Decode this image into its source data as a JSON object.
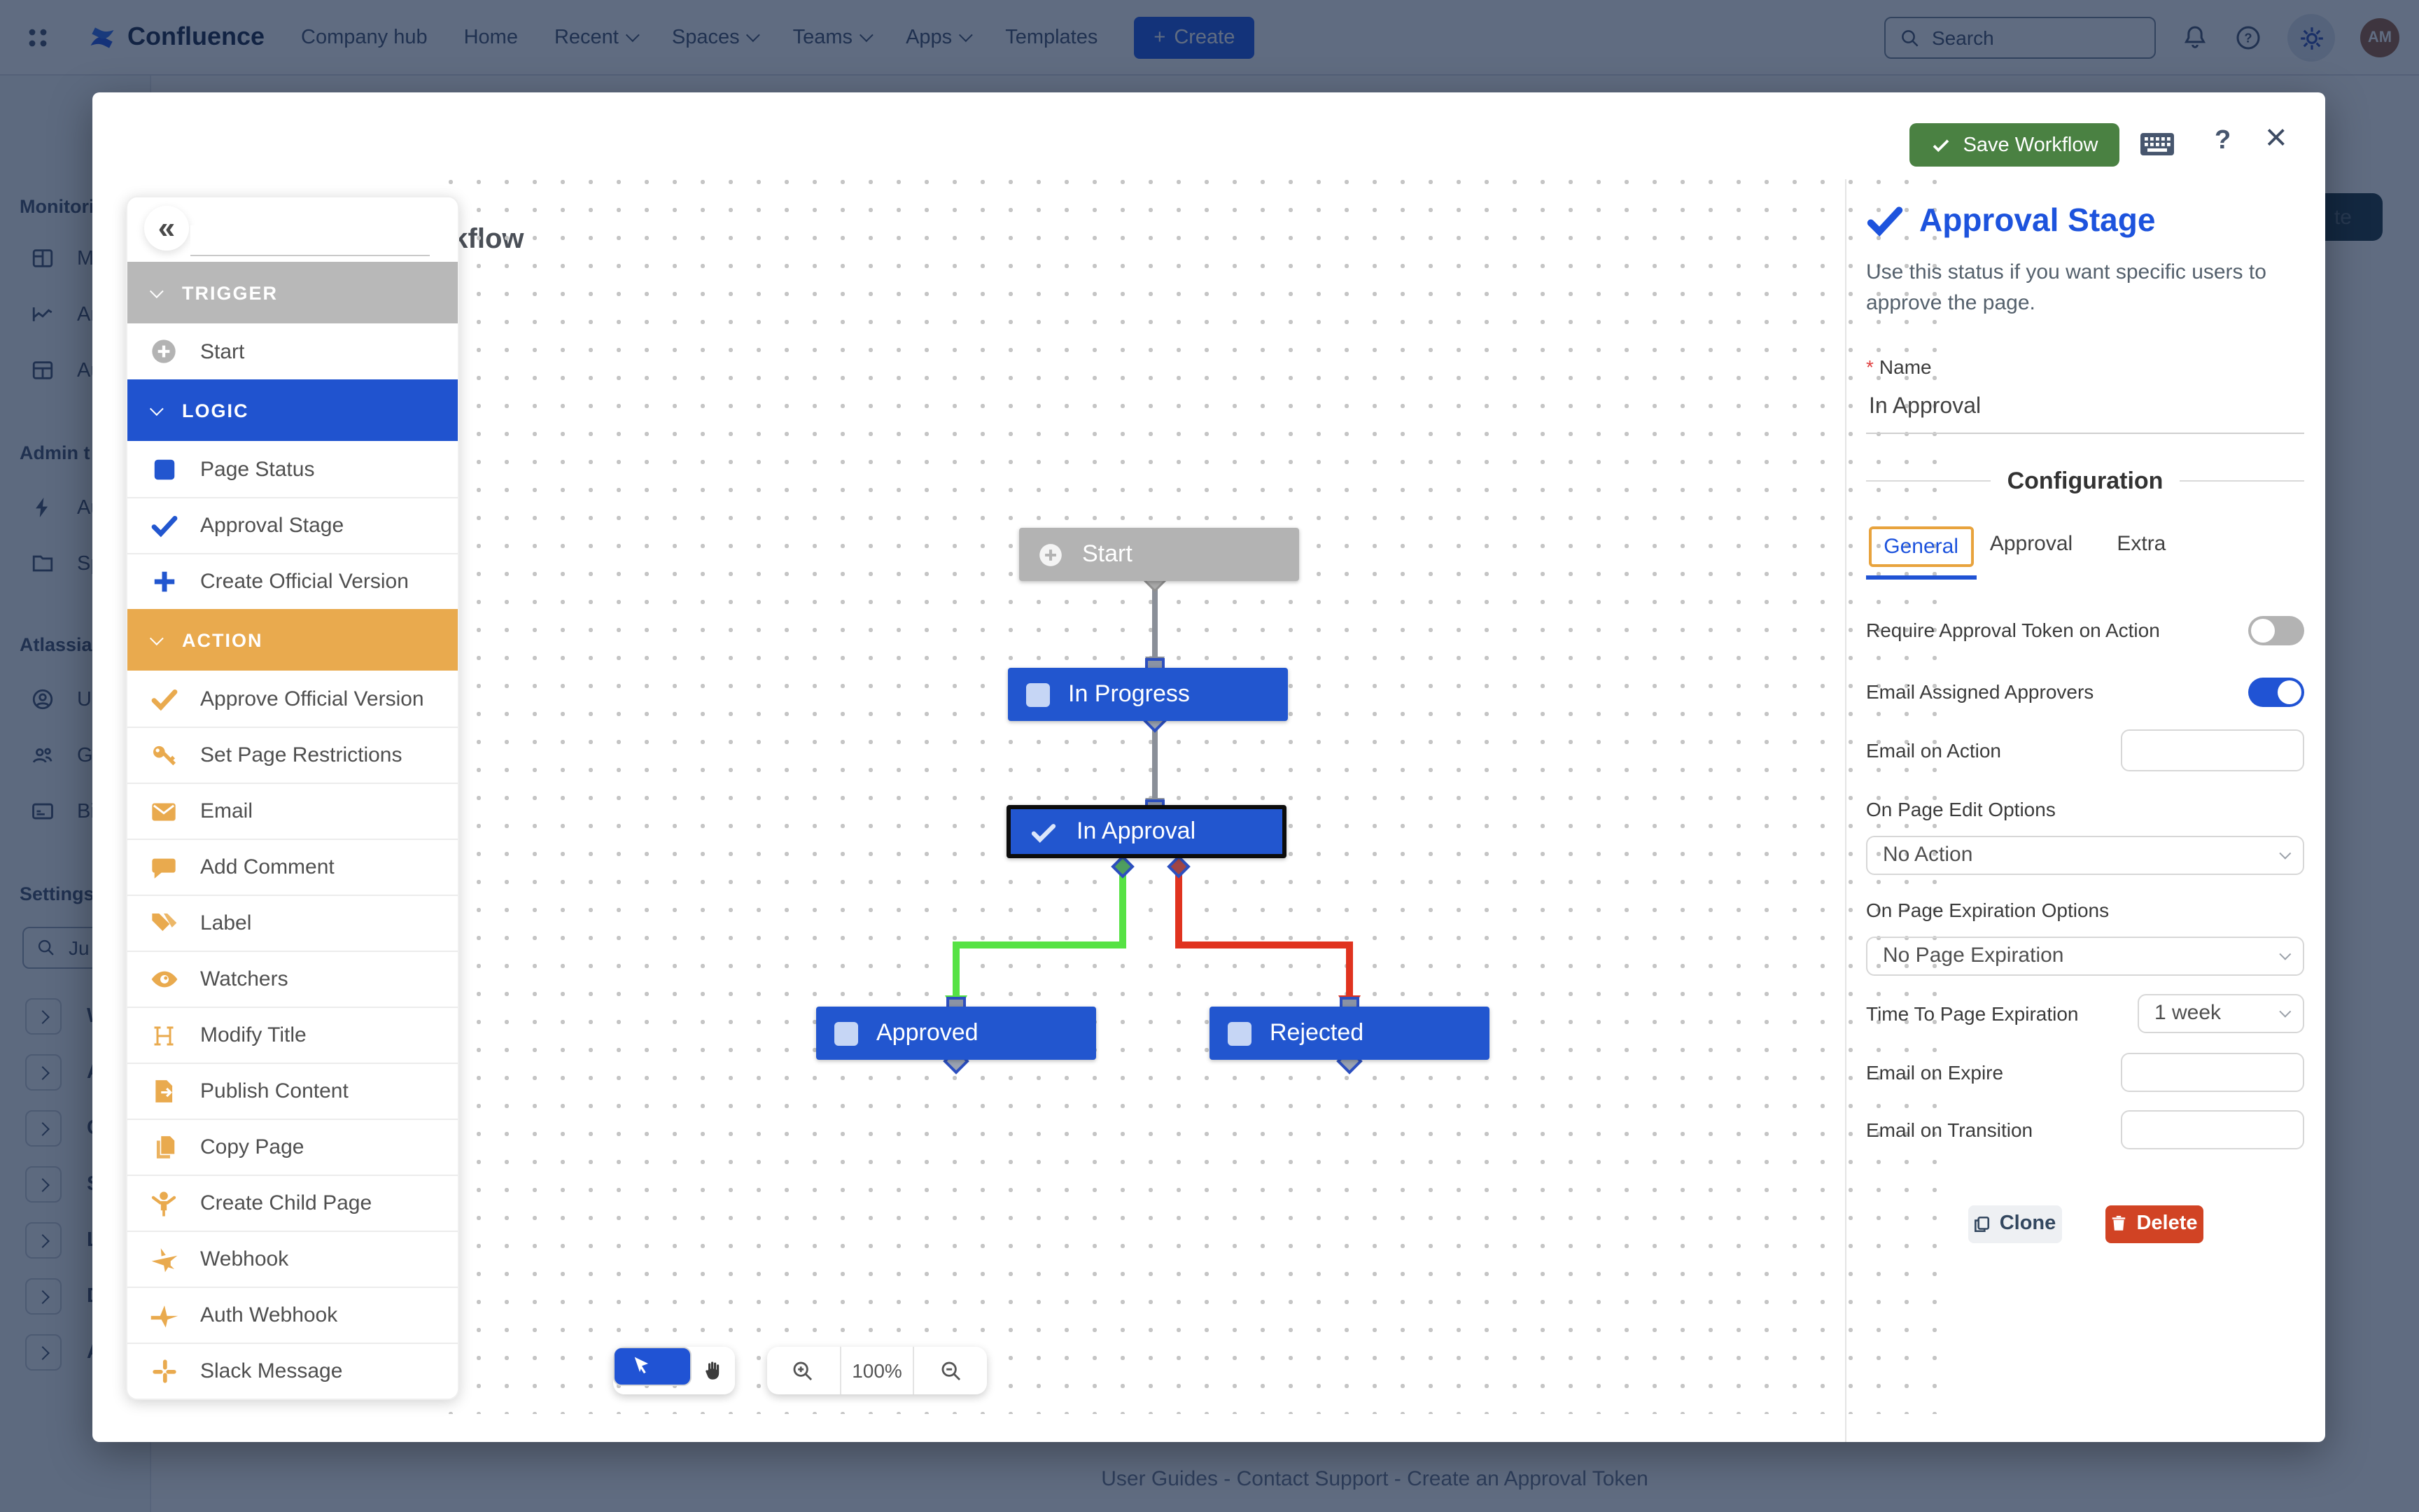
{
  "nav": {
    "logo": "Confluence",
    "items": [
      "Company hub",
      "Home",
      "Recent",
      "Spaces",
      "Teams",
      "Apps",
      "Templates"
    ],
    "create_label": "Create",
    "search_placeholder": "Search",
    "avatar": "AM"
  },
  "sidebar": {
    "sections": [
      {
        "heading": "Monitori",
        "items": [
          "Mis",
          "Ana",
          "Auc"
        ]
      },
      {
        "heading": "Admin t",
        "items": [
          "Aut",
          "Spa"
        ]
      },
      {
        "heading": "Atlassia",
        "items": [
          "Use",
          "Gro",
          "Billi"
        ]
      }
    ],
    "settings_heading": "Settings",
    "settings_search": "Ju",
    "collapsed_items": [
      "Wor",
      "App",
      "Con",
      "Sec",
      "Loo",
      "Dat",
      "Atla"
    ]
  },
  "background": {
    "partial_button": "te",
    "footer": "User Guides - Contact Support - Create an Approval Token"
  },
  "modal": {
    "title": "Simple Approval Workflow",
    "save_label": "Save Workflow",
    "palette": {
      "trigger_label": "TRIGGER",
      "trigger_items": [
        "Start"
      ],
      "logic_label": "LOGIC",
      "logic_items": [
        "Page Status",
        "Approval Stage",
        "Create Official Version"
      ],
      "action_label": "ACTION",
      "action_items": [
        "Approve Official Version",
        "Set Page Restrictions",
        "Email",
        "Add Comment",
        "Label",
        "Watchers",
        "Modify Title",
        "Publish Content",
        "Copy Page",
        "Create Child Page",
        "Webhook",
        "Auth Webhook",
        "Slack Message"
      ]
    },
    "canvas": {
      "nodes": {
        "start": "Start",
        "in_progress": "In Progress",
        "in_approval": "In Approval",
        "approved": "Approved",
        "rejected": "Rejected"
      },
      "zoom_level": "100%"
    },
    "panel": {
      "title": "Approval Stage",
      "description": "Use this status if you want specific users to approve the page.",
      "name_label": "Name",
      "name_value": "In Approval",
      "config_heading": "Configuration",
      "tabs": [
        "General",
        "Approval",
        "Extra"
      ],
      "fields": {
        "require_token": "Require Approval Token on Action",
        "email_assigned": "Email Assigned Approvers",
        "email_on_action": "Email on Action",
        "page_edit_label": "On Page Edit Options",
        "page_edit_value": "No Action",
        "page_exp_label": "On Page Expiration Options",
        "page_exp_value": "No Page Expiration",
        "time_exp_label": "Time To Page Expiration",
        "time_exp_value": "1 week",
        "email_on_expire": "Email on Expire",
        "email_on_transition": "Email on Transition"
      },
      "clone_label": "Clone",
      "delete_label": "Delete"
    }
  },
  "colors": {
    "accent_blue": "#2053d4",
    "action_orange": "#e9aa4e",
    "save_green": "#4a8142",
    "delete_red": "#d14324",
    "node_gray": "#b3b3b3",
    "edge_green": "#56e244",
    "edge_red": "#e0331f"
  }
}
